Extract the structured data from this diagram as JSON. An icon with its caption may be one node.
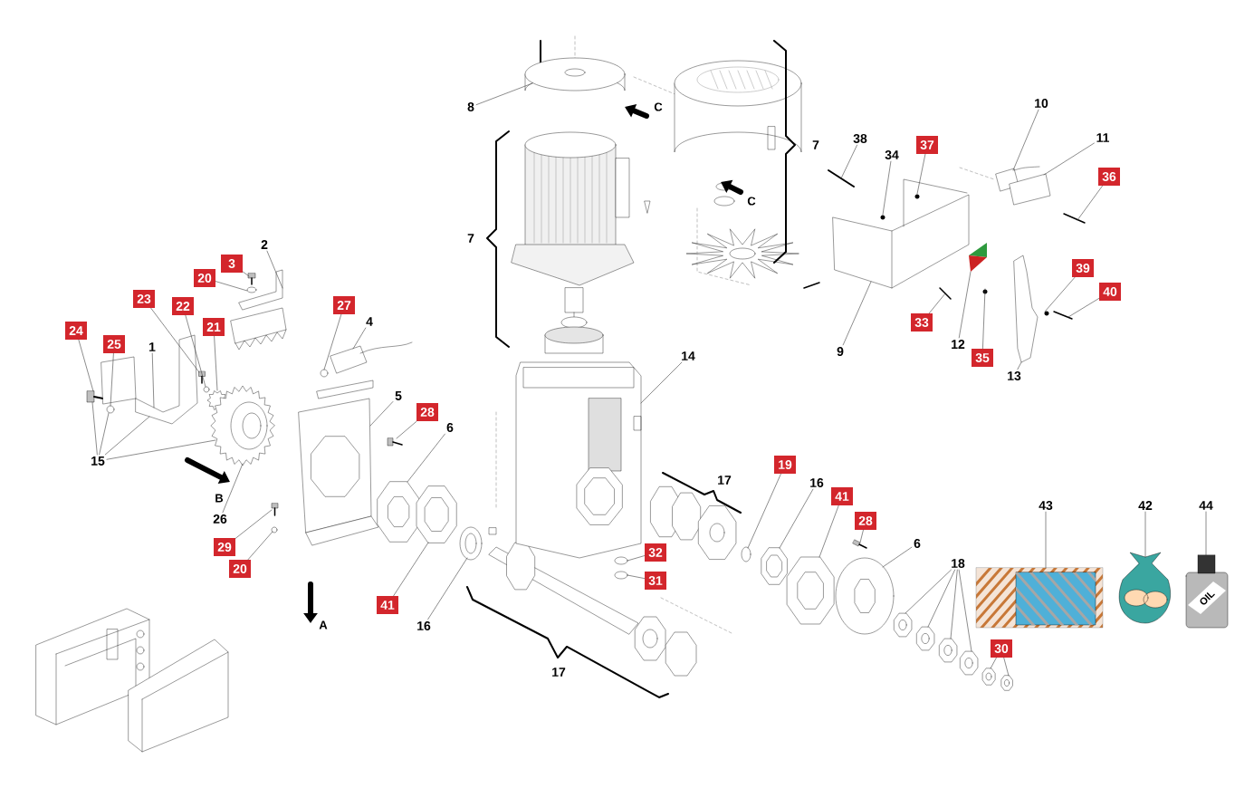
{
  "diagram": {
    "nodes": [
      {
        "text": [
          "8"
        ]
      },
      {
        "text": [
          "7"
        ]
      },
      {
        "text": [
          "7"
        ]
      },
      {
        "text": [
          "38"
        ]
      },
      {
        "text": [
          "34"
        ]
      },
      {
        "text": [
          "37"
        ]
      },
      {
        "text": [
          "10"
        ]
      },
      {
        "text": [
          "11"
        ]
      },
      {
        "text": [
          "36"
        ]
      },
      {
        "text": [
          "9"
        ]
      },
      {
        "text": [
          "33"
        ]
      },
      {
        "text": [
          "12"
        ]
      },
      {
        "text": [
          "35"
        ]
      },
      {
        "text": [
          "13"
        ]
      },
      {
        "text": [
          "39"
        ]
      },
      {
        "text": [
          "40"
        ]
      },
      {
        "text": [
          "14"
        ]
      },
      {
        "text": [
          "2"
        ]
      },
      {
        "text": [
          "3"
        ]
      },
      {
        "text": [
          "20"
        ]
      },
      {
        "text": [
          "23"
        ]
      },
      {
        "text": [
          "22"
        ]
      },
      {
        "text": [
          "21"
        ]
      },
      {
        "text": [
          "24"
        ]
      },
      {
        "text": [
          "25"
        ]
      },
      {
        "text": [
          "1"
        ]
      },
      {
        "text": [
          "15"
        ]
      },
      {
        "text": [
          "26"
        ]
      },
      {
        "text": [
          "27"
        ]
      },
      {
        "text": [
          "4"
        ]
      },
      {
        "text": [
          "5"
        ]
      },
      {
        "text": [
          "28"
        ]
      },
      {
        "text": [
          "6"
        ]
      },
      {
        "text": [
          "29"
        ]
      },
      {
        "text": [
          "20"
        ]
      },
      {
        "text": [
          "41"
        ]
      },
      {
        "text": [
          "16"
        ]
      },
      {
        "text": [
          "32"
        ]
      },
      {
        "text": [
          "31"
        ]
      },
      {
        "text": [
          "17"
        ]
      },
      {
        "text": [
          "17"
        ]
      },
      {
        "text": [
          "19"
        ]
      },
      {
        "text": [
          "16"
        ]
      },
      {
        "text": [
          "41"
        ]
      },
      {
        "text": [
          "28"
        ]
      },
      {
        "text": [
          "6"
        ]
      },
      {
        "text": [
          "18"
        ]
      },
      {
        "text": [
          "30"
        ]
      },
      {
        "text": [
          "43"
        ]
      },
      {
        "text": [
          "42"
        ]
      },
      {
        "text": [
          "44"
        ]
      },
      {
        "text": [],
        "shape": "picture"
      },
      {
        "text": [],
        "shape": "picture"
      },
      {
        "text": [],
        "shape": "picture"
      },
      {
        "text": [],
        "shape": "picture"
      },
      {
        "text": [],
        "shape": "picture"
      },
      {
        "text": [],
        "shape": "picture"
      },
      {
        "text": [],
        "shape": "picture"
      },
      {
        "text": [],
        "shape": "picture"
      },
      {
        "text": [],
        "shape": "picture"
      },
      {
        "text": [],
        "shape": "picture"
      },
      {
        "text": [],
        "shape": "picture"
      },
      {
        "text": [],
        "shape": "picture"
      },
      {
        "text": [],
        "shape": "picture"
      },
      {
        "text": [],
        "shape": "picture"
      },
      {
        "text": [],
        "shape": "picture"
      },
      {
        "text": [],
        "shape": "picture"
      },
      {
        "text": [],
        "shape": "picture"
      },
      {
        "text": [],
        "shape": "picture"
      },
      {
        "text": [],
        "shape": "picture"
      },
      {
        "text": [],
        "shape": "picture"
      },
      {
        "text": [],
        "shape": "picture"
      },
      {
        "text": [],
        "shape": "picture"
      },
      {
        "text": [],
        "shape": "picture"
      },
      {
        "text": [],
        "shape": "picture"
      },
      {
        "text": [],
        "shape": "picture"
      },
      {
        "text": [],
        "shape": "picture"
      },
      {
        "text": [],
        "shape": "picture"
      },
      {
        "text": [],
        "shape": "picture"
      },
      {
        "text": [],
        "shape": "picture"
      },
      {
        "text": [],
        "shape": "picture"
      },
      {
        "text": [],
        "shape": "picture"
      },
      {
        "text": [],
        "shape": "picture"
      },
      {
        "text": [],
        "shape": "picture"
      },
      {
        "text": [],
        "shape": "picture"
      },
      {
        "text": [],
        "shape": "picture"
      },
      {
        "text": [],
        "shape": "picture"
      },
      {
        "text": [],
        "shape": "picture"
      },
      {
        "text": [],
        "shape": "picture"
      },
      {
        "text": [],
        "shape": "picture"
      },
      {
        "text": [],
        "shape": "picture"
      },
      {
        "text": [],
        "shape": "picture"
      },
      {
        "text": [],
        "shape": "picture"
      },
      {
        "text": [],
        "shape": "picture"
      },
      {
        "text": [],
        "shape": "picture"
      },
      {
        "text": [],
        "shape": "picture"
      },
      {
        "text": [],
        "shape": "picture"
      },
      {
        "text": [],
        "shape": "picture"
      },
      {
        "text": [],
        "shape": "picture"
      },
      {
        "text": [],
        "shape": "picture"
      },
      {
        "text": [],
        "shape": "picture"
      }
    ],
    "edges": [
      {
        "from": 0,
        "to": 51,
        "arrow": "none"
      },
      {
        "from": 3,
        "to": 52,
        "arrow": "none"
      },
      {
        "from": 4,
        "to": 53,
        "arrow": "none"
      },
      {
        "from": 5,
        "to": 54,
        "arrow": "none"
      },
      {
        "from": 6,
        "to": 55,
        "arrow": "none"
      },
      {
        "from": 7,
        "to": 56,
        "arrow": "none"
      },
      {
        "from": 8,
        "to": 57,
        "arrow": "none"
      },
      {
        "from": 9,
        "to": 58,
        "arrow": "none"
      },
      {
        "from": 10,
        "to": 59,
        "arrow": "none"
      },
      {
        "from": 11,
        "to": 60,
        "arrow": "none"
      },
      {
        "from": 12,
        "to": 61,
        "arrow": "none"
      },
      {
        "from": 13,
        "to": 62,
        "arrow": "none"
      },
      {
        "from": 14,
        "to": 63,
        "arrow": "none"
      },
      {
        "from": 15,
        "to": 64,
        "arrow": "none"
      },
      {
        "from": 16,
        "to": 65,
        "arrow": "none"
      },
      {
        "from": 17,
        "to": 66,
        "arrow": "none"
      },
      {
        "from": 18,
        "to": 67,
        "arrow": "none"
      },
      {
        "from": 19,
        "to": 68,
        "arrow": "none"
      },
      {
        "from": 20,
        "to": 69,
        "arrow": "none"
      },
      {
        "from": 21,
        "to": 70,
        "arrow": "none"
      },
      {
        "from": 22,
        "to": 71,
        "arrow": "none"
      },
      {
        "from": 23,
        "to": 72,
        "arrow": "none"
      },
      {
        "from": 24,
        "to": 73,
        "arrow": "none"
      },
      {
        "from": 25,
        "to": 74,
        "arrow": "none"
      },
      {
        "from": 26,
        "to": 72,
        "arrow": "none"
      },
      {
        "from": 26,
        "to": 73,
        "arrow": "none"
      },
      {
        "from": 26,
        "to": 74,
        "arrow": "none"
      },
      {
        "from": 26,
        "to": 75,
        "arrow": "none"
      },
      {
        "from": 27,
        "to": 75,
        "arrow": "none"
      },
      {
        "from": 28,
        "to": 76,
        "arrow": "none"
      },
      {
        "from": 29,
        "to": 77,
        "arrow": "none"
      },
      {
        "from": 30,
        "to": 78,
        "arrow": "none"
      },
      {
        "from": 31,
        "to": 79,
        "arrow": "none"
      },
      {
        "from": 32,
        "to": 80,
        "arrow": "none"
      },
      {
        "from": 33,
        "to": 81,
        "arrow": "none"
      },
      {
        "from": 34,
        "to": 82,
        "arrow": "none"
      },
      {
        "from": 35,
        "to": 83,
        "arrow": "none"
      },
      {
        "from": 36,
        "to": 84,
        "arrow": "none"
      },
      {
        "from": 37,
        "to": 85,
        "arrow": "none"
      },
      {
        "from": 38,
        "to": 86,
        "arrow": "none"
      },
      {
        "from": 41,
        "to": 87,
        "arrow": "none"
      },
      {
        "from": 42,
        "to": 88,
        "arrow": "none"
      },
      {
        "from": 43,
        "to": 89,
        "arrow": "none"
      },
      {
        "from": 44,
        "to": 90,
        "arrow": "none"
      },
      {
        "from": 45,
        "to": 91,
        "arrow": "none"
      },
      {
        "from": 46,
        "to": 92,
        "arrow": "none"
      },
      {
        "from": 46,
        "to": 93,
        "arrow": "none"
      },
      {
        "from": 46,
        "to": 94,
        "arrow": "none"
      },
      {
        "from": 46,
        "to": 95,
        "arrow": "none"
      },
      {
        "from": 47,
        "to": 96,
        "arrow": "none"
      },
      {
        "from": 47,
        "to": 97,
        "arrow": "none"
      },
      {
        "from": 48,
        "to": 98,
        "arrow": "none"
      },
      {
        "from": 49,
        "to": 99,
        "arrow": "none"
      },
      {
        "from": 50,
        "to": 100,
        "arrow": "none"
      }
    ],
    "labels": [
      "C",
      "C",
      "B",
      "A",
      "OIL"
    ]
  }
}
